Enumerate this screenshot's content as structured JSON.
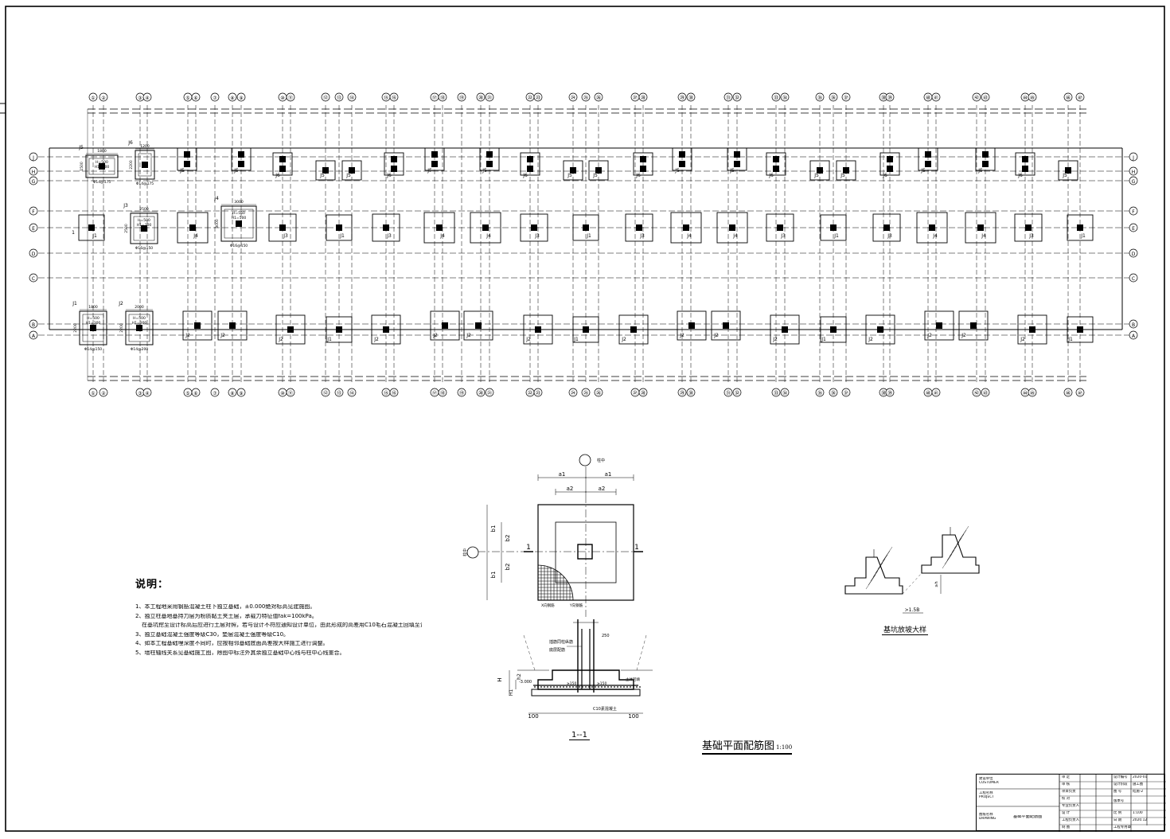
{
  "plan": {
    "axis_numbers": [
      "①",
      "②",
      "③",
      "④",
      "⑤",
      "⑥",
      "⑦",
      "⑧",
      "⑨",
      "⑩",
      "⑪",
      "⑫",
      "⑬",
      "⑭",
      "⑮",
      "⑯",
      "⑰",
      "⑱",
      "⑲",
      "⑳",
      "㉑",
      "㉒",
      "㉓",
      "㉔",
      "㉕",
      "㉖",
      "㉗",
      "㉘",
      "㉙",
      "㉚",
      "㉛",
      "㉜",
      "㉝",
      "㉞",
      "㉟",
      "㊱",
      "㊲",
      "㊳",
      "㊴",
      "㊵",
      "㊶",
      "㊷",
      "㊸",
      "㊹",
      "㊺",
      "㊻",
      "㊼",
      "㊽",
      "㊾"
    ],
    "axis_letters": [
      "Ⓙ",
      "Ⓗ",
      "Ⓖ",
      "Ⓕ",
      "Ⓔ",
      "Ⓓ",
      "Ⓒ",
      "Ⓑ",
      "Ⓐ"
    ],
    "footing_labels": {
      "J1": "J1",
      "J2": "J2",
      "J3": "J3",
      "J4": "J4",
      "J5": "J5",
      "J6": "J6"
    },
    "detail_dims": {
      "d1800": "1800",
      "d2200": "2200",
      "d1200": "1200",
      "d2000": "2000",
      "d2500": "2500",
      "d3000": "3000",
      "d1500": "1500",
      "h500": "H=500",
      "h1_300": "H1=300",
      "h550": "H=550",
      "h1_500": "H1=500",
      "rebar1": "Φ14@175",
      "rebar2": "Φ14@150",
      "rebar3": "Φ16@150",
      "rebar4": "Φ14@200"
    },
    "title": "基础平面配筋图",
    "scale": "1:100"
  },
  "footing_detail": {
    "axis_center": "柱中",
    "dims": {
      "a1": "a1",
      "a2": "a2",
      "b1": "b1",
      "b2": "b2"
    },
    "cut": "1",
    "section_title": "1--1",
    "notes": {
      "dowel": "插筋同柱纵筋",
      "bottom": "底层配筋",
      "elev": "-3.000",
      "cover1": "≥150",
      "cover2": "≥150",
      "h": "H",
      "h1": "H1",
      "h2": "h2",
      "c10": "C10素混凝土",
      "d100_left": "100",
      "d100_right": "100",
      "d250": "250",
      "soil": "土体回填",
      "xbar": "X向钢筋",
      "ybar": "Y向钢筋"
    }
  },
  "step_detail": {
    "title": "基坑放坡大样",
    "dim": ">1.5B",
    "h": "≥h"
  },
  "notes": {
    "title": "说明：",
    "lines": [
      "1、本工程地采用钢筋混凝土柱下独立基础，±0.000绝对标高见建施图。",
      "2、独立柱基地基持力层为粉质黏土夹土层，承载力特征值fak=100kPa。",
      "在基坑挖至设计标高后应进行土层对照，若与设计不符应通知设计单位，由此形成的高差用C10毛石混凝土回填至设计标高。",
      "3、独立基础混凝土强度等级C30，垫层混凝土强度等级C10。",
      "4、如本工程基础埋深度不同时，应按相邻基础底面高差按大样施工进行调整。",
      "5、墙柱轴线关系见基础施工图，除图中标注外其余独立基础中心线与柱中心线重合。"
    ]
  },
  "title_block": {
    "cells": {
      "c1": "建设单位",
      "c2": "CUSTOMER",
      "c3": "工程名称",
      "c4": "PROJECT",
      "c5": "图纸名称",
      "c6": "DRAWING",
      "c7": "基础平面配筋图",
      "r1": "审 定",
      "r2": "审 核",
      "r3": "项目负责",
      "r4": "校 对",
      "r5": "专业负责人",
      "r6": "设 计",
      "r7": "工程负责人",
      "r8": "制 图",
      "k1": "设计编号",
      "k2": "设计阶段",
      "k3": "图 号",
      "k4": "版本号",
      "k5": "比 例",
      "k6": "日 期",
      "k7": "工程专用章",
      "v1": "2020-01",
      "v2": "施工图",
      "v3": "结施-2",
      "v5": "1:100",
      "v6": "2020.12"
    }
  }
}
